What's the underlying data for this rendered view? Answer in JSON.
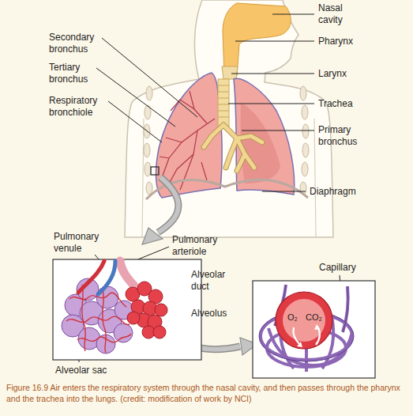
{
  "diagram": {
    "caption": "Figure 16.9 Air enters the respiratory system through the nasal cavity, and then passes through the pharynx and the trachea into the lungs. (credit: modification of work by NCI)",
    "labels": [
      "Nasal cavity",
      "Pharynx",
      "Larynx",
      "Trachea",
      "Primary bronchus",
      "Diaphragm",
      "Secondary bronchus",
      "Tertiary bronchus",
      "Respiratory bronchiole",
      "Pulmonary venule",
      "Pulmonary arteriole",
      "Alveolar duct",
      "Alveolus",
      "Capillary",
      "O₂",
      "CO₂",
      "Alveolar sac"
    ]
  }
}
